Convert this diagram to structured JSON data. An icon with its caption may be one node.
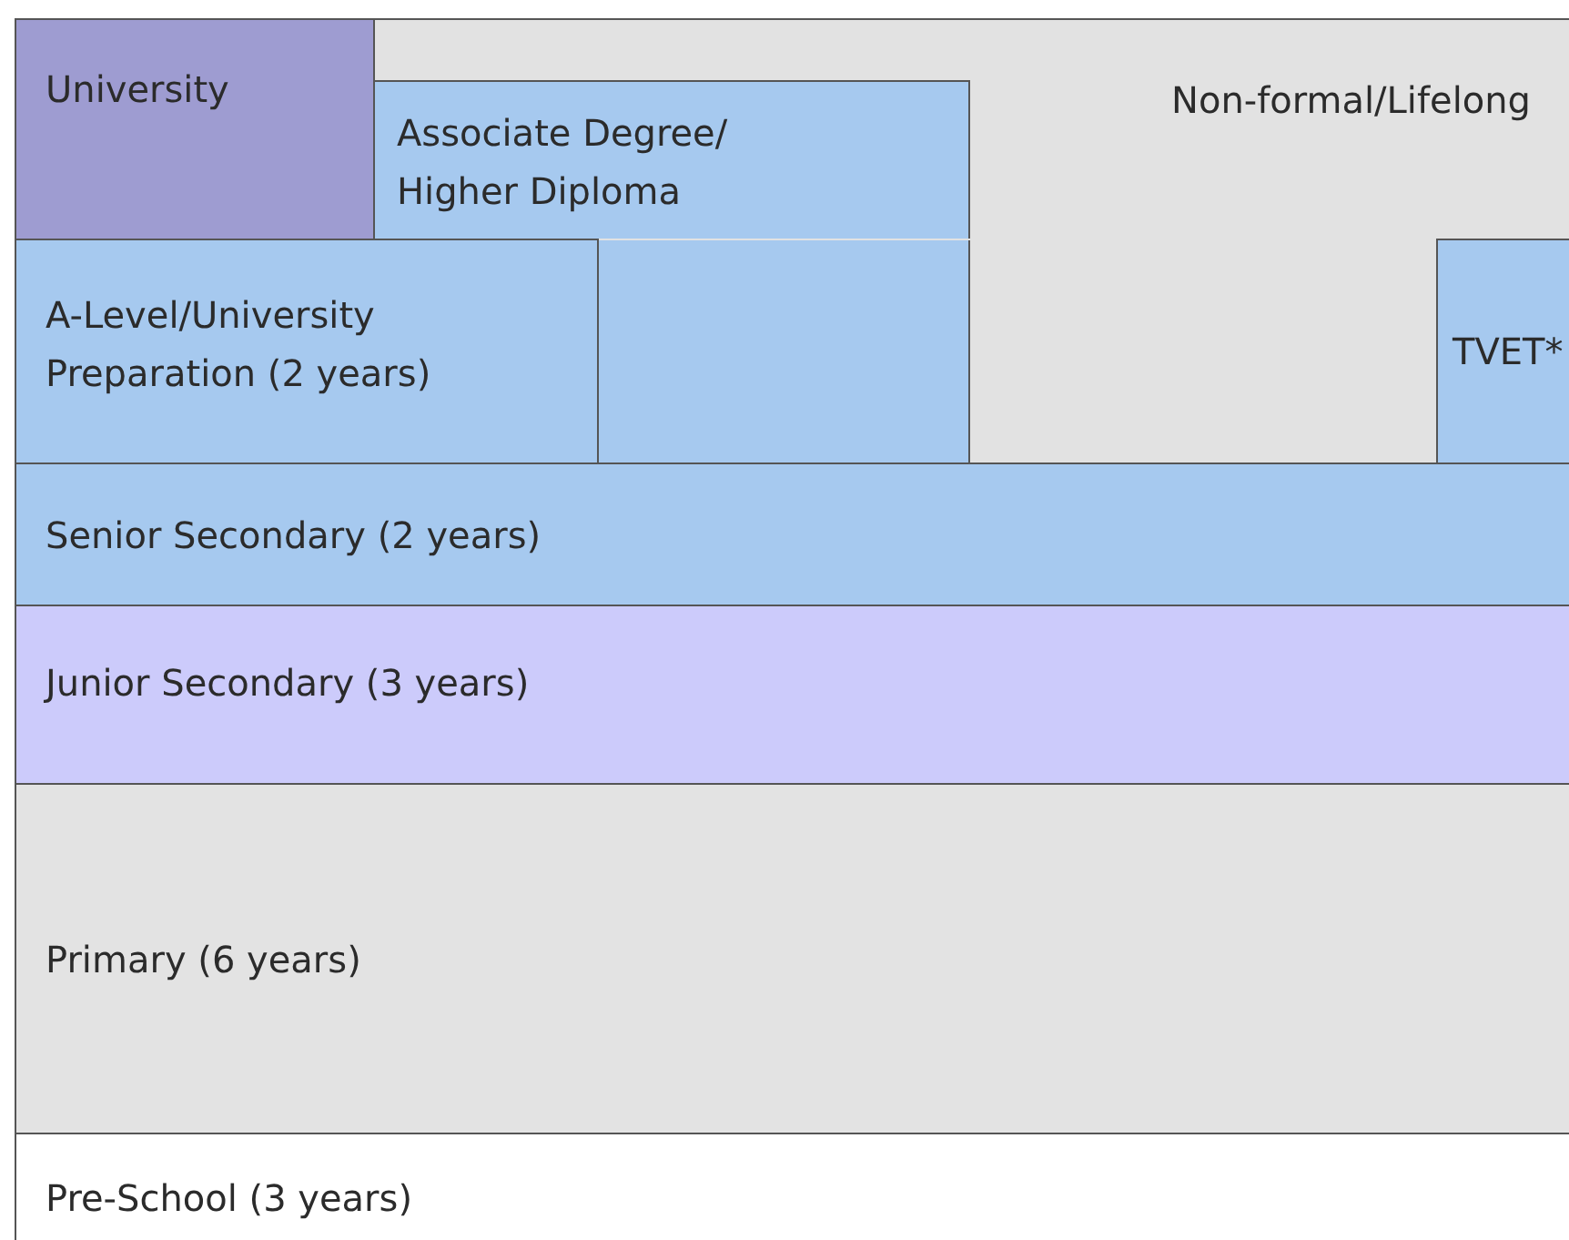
{
  "diagram": {
    "nodes": [
      {
        "text": [
          "University"
        ]
      },
      {
        "text": [
          "Associate Degree/ Higher Diploma"
        ],
        "in": 2
      },
      {
        "text": [
          "Non-formal/Lifelong"
        ]
      },
      {
        "text": [
          "A-Level/University Preparation (2 years)"
        ]
      },
      {
        "text": [
          "TVET*"
        ],
        "in": 2
      },
      {
        "text": [
          "Senior Secondary (2 years)"
        ]
      },
      {
        "text": [
          "Junior Secondary (3 years)"
        ]
      },
      {
        "text": [
          "Primary (6 years)"
        ]
      },
      {
        "text": [
          "Pre-School (3 years)"
        ]
      }
    ]
  }
}
